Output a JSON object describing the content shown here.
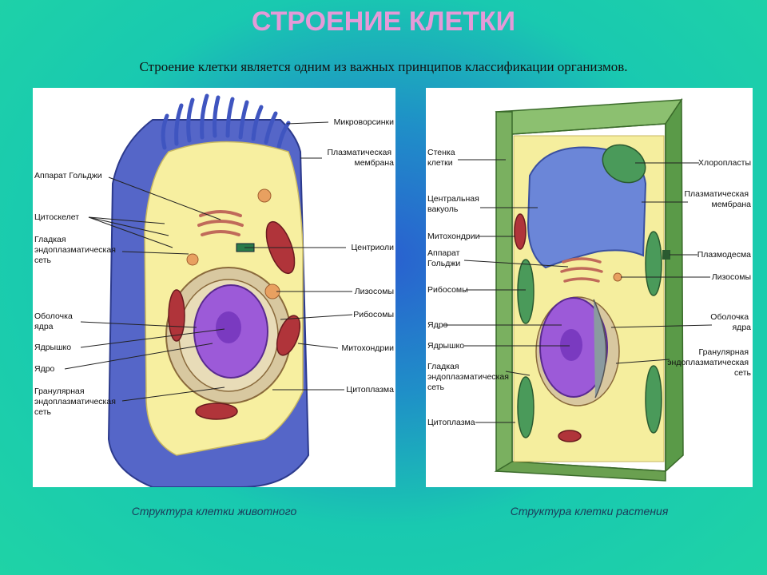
{
  "title": "СТРОЕНИЕ КЛЕТКИ",
  "subtitle": "Строение клетки является одним из важных принципов классификации организмов.",
  "colors": {
    "title": "#e59ad8",
    "animal_outer": "#5566c8",
    "cytoplasm": "#f7efa0",
    "nucleus": "#9c5ad8",
    "mitochondria": "#b0343a",
    "plant_wall": "#6fa858",
    "vacuole": "#6b86d8"
  },
  "animal_cell": {
    "caption": "Структура клетки животного",
    "labels_left": [
      {
        "lines": [
          "Аппарат Гольджи"
        ]
      },
      {
        "lines": [
          "Цитоскелет"
        ]
      },
      {
        "lines": [
          "Гладкая",
          "эндоплазматическая",
          "сеть"
        ]
      },
      {
        "lines": [
          "Оболочка",
          "ядра"
        ]
      },
      {
        "lines": [
          "Ядрышко"
        ]
      },
      {
        "lines": [
          "Ядро"
        ]
      },
      {
        "lines": [
          "Гранулярная",
          "эндоплазматическая",
          "сеть"
        ]
      }
    ],
    "labels_right": [
      {
        "lines": [
          "Микроворсинки"
        ]
      },
      {
        "lines": [
          "Плазматическая",
          "мембрана"
        ]
      },
      {
        "lines": [
          "Центриоли"
        ]
      },
      {
        "lines": [
          "Лизосомы"
        ]
      },
      {
        "lines": [
          "Рибосомы"
        ]
      },
      {
        "lines": [
          "Митохондрии"
        ]
      },
      {
        "lines": [
          "Цитоплазма"
        ]
      }
    ]
  },
  "plant_cell": {
    "caption": "Структура клетки растения",
    "labels_left": [
      {
        "lines": [
          "Стенка",
          "клетки"
        ]
      },
      {
        "lines": [
          "Центральная",
          "вакуоль"
        ]
      },
      {
        "lines": [
          "Митохондрии"
        ]
      },
      {
        "lines": [
          "Аппарат",
          "Гольджи"
        ]
      },
      {
        "lines": [
          "Рибосомы"
        ]
      },
      {
        "lines": [
          "Ядро"
        ]
      },
      {
        "lines": [
          "Ядрышко"
        ]
      },
      {
        "lines": [
          "Гладкая",
          "эндоплазматическая",
          "сеть"
        ]
      },
      {
        "lines": [
          "Цитоплазма"
        ]
      }
    ],
    "labels_right": [
      {
        "lines": [
          "Хлоропласты"
        ]
      },
      {
        "lines": [
          "Плазматическая",
          "мембрана"
        ]
      },
      {
        "lines": [
          "Плазмодесма"
        ]
      },
      {
        "lines": [
          "Лизосомы"
        ]
      },
      {
        "lines": [
          "Оболочка",
          "ядра"
        ]
      },
      {
        "lines": [
          "Гранулярная",
          "эндоплазматическая",
          "сеть"
        ]
      }
    ]
  }
}
